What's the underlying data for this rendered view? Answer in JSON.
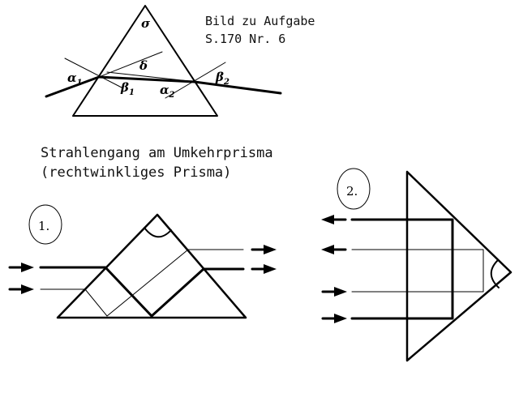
{
  "caption": {
    "line1": "Bild zu Aufgabe",
    "line2": "S.170 Nr. 6"
  },
  "title": {
    "line1": "Strahlengang am Umkehrprisma",
    "line2": "(rechtwinkliges Prisma)"
  },
  "labels": {
    "sigma": "σ",
    "delta": "δ",
    "alpha": "α",
    "beta": "β",
    "sub1": "1",
    "sub2": "2"
  },
  "figures": {
    "fig1_label": "1.",
    "fig2_label": "2."
  }
}
